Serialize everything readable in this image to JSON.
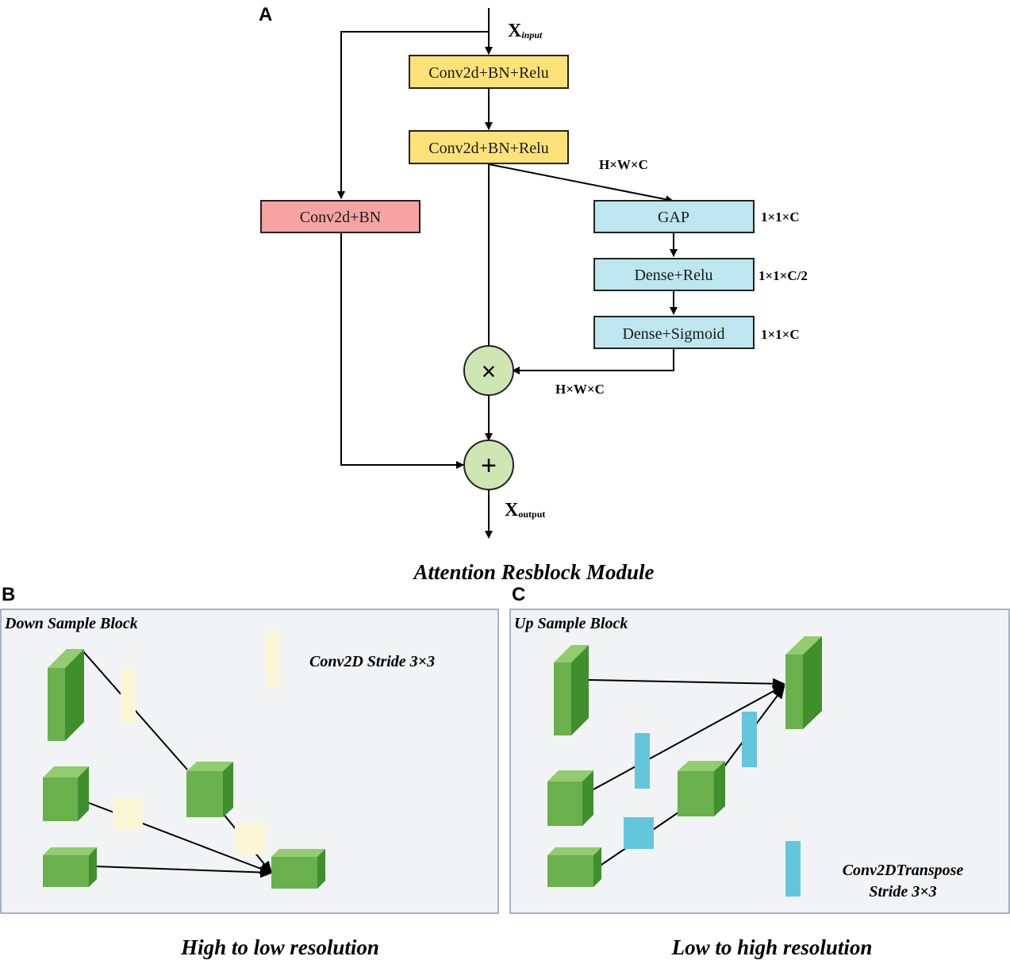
{
  "panel_a": {
    "letter": "A",
    "input_label": "X",
    "input_sub": "input",
    "output_label": "X",
    "output_sub": "output",
    "boxes": {
      "conv1": "Conv2d+BN+Relu",
      "conv2": "Conv2d+BN+Relu",
      "shortcut": "Conv2d+BN",
      "gap": "GAP",
      "dense_relu": "Dense+Relu",
      "dense_sigmoid": "Dense+Sigmoid"
    },
    "dims": {
      "after_conv2": "H×W×C",
      "gap": "1×1×C",
      "dense_relu": "1×1×C/2",
      "dense_sigmoid": "1×1×C",
      "to_multiply": "H×W×C"
    },
    "operators": {
      "multiply": "×",
      "add": "+"
    },
    "caption": "Attention Resblock Module",
    "colors": {
      "conv": "#fde27a",
      "shortcut": "#f5a3a3",
      "attention": "#bde6ef",
      "operator": "#cde6b4"
    }
  },
  "panel_b": {
    "letter": "B",
    "title": "Down Sample Block",
    "legend": "Conv2D Stride 3×3",
    "caption": "High to low resolution",
    "colors": {
      "kernel": "#fbf7d6",
      "cube": "#6ab04c"
    }
  },
  "panel_c": {
    "letter": "C",
    "title": "Up Sample Block",
    "legend_line1": "Conv2DTranspose",
    "legend_line2": "Stride 3×3",
    "caption": "Low to high resolution",
    "colors": {
      "kernel": "#63c6dc",
      "cube": "#6ab04c"
    }
  }
}
